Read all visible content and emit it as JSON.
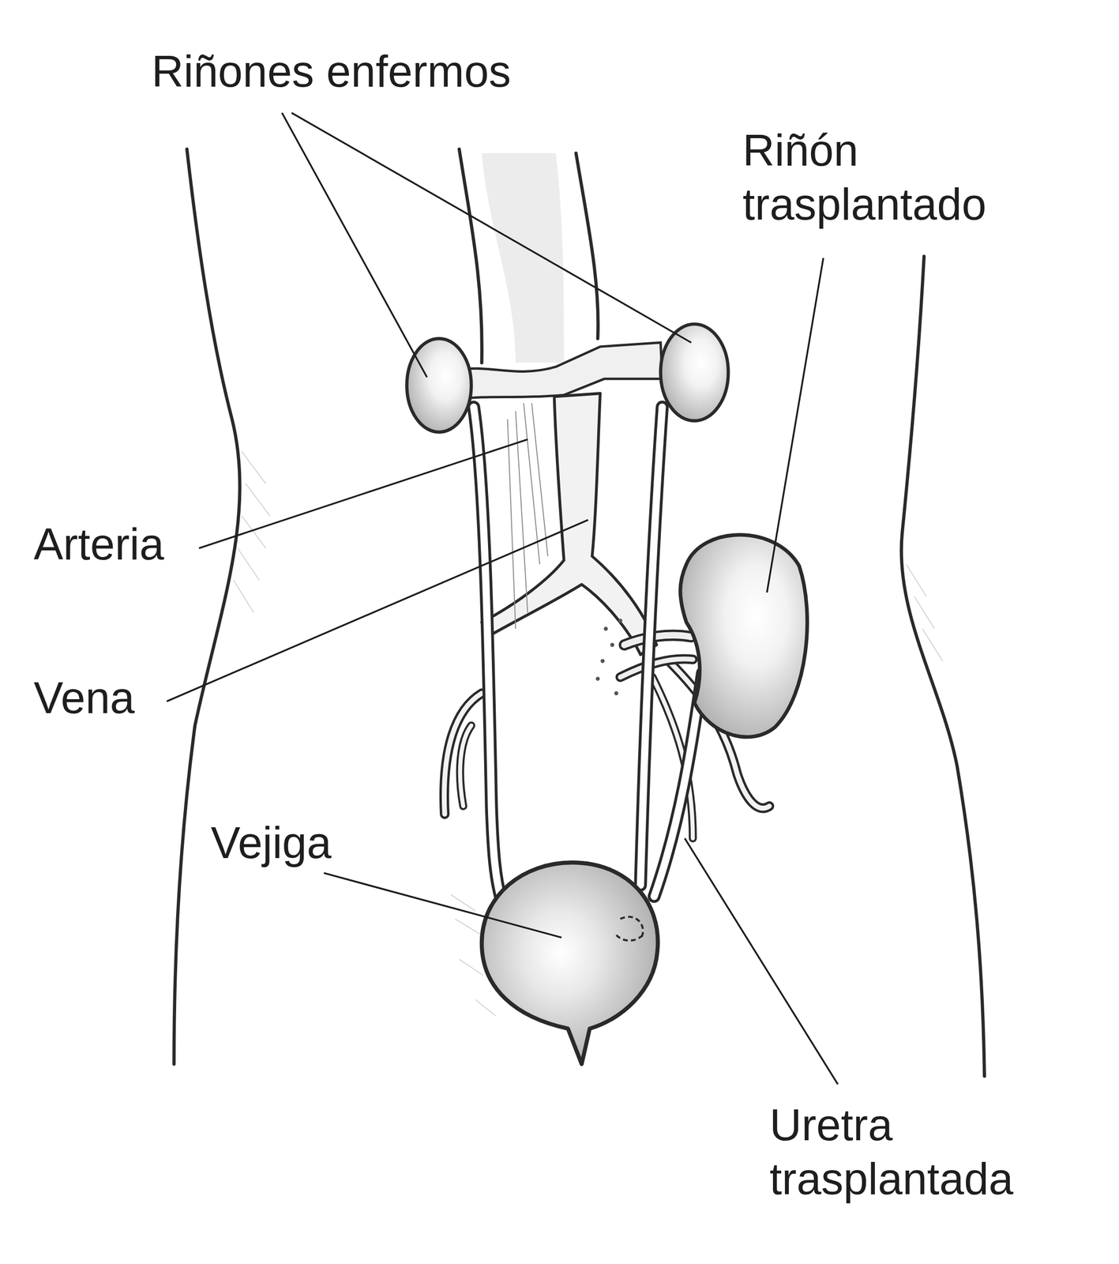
{
  "diagram": {
    "labels": [
      "Riñones enfermos",
      "Riñón trasplantado",
      "Arteria",
      "Vena",
      "Vejiga",
      "Uretra trasplantada"
    ]
  }
}
